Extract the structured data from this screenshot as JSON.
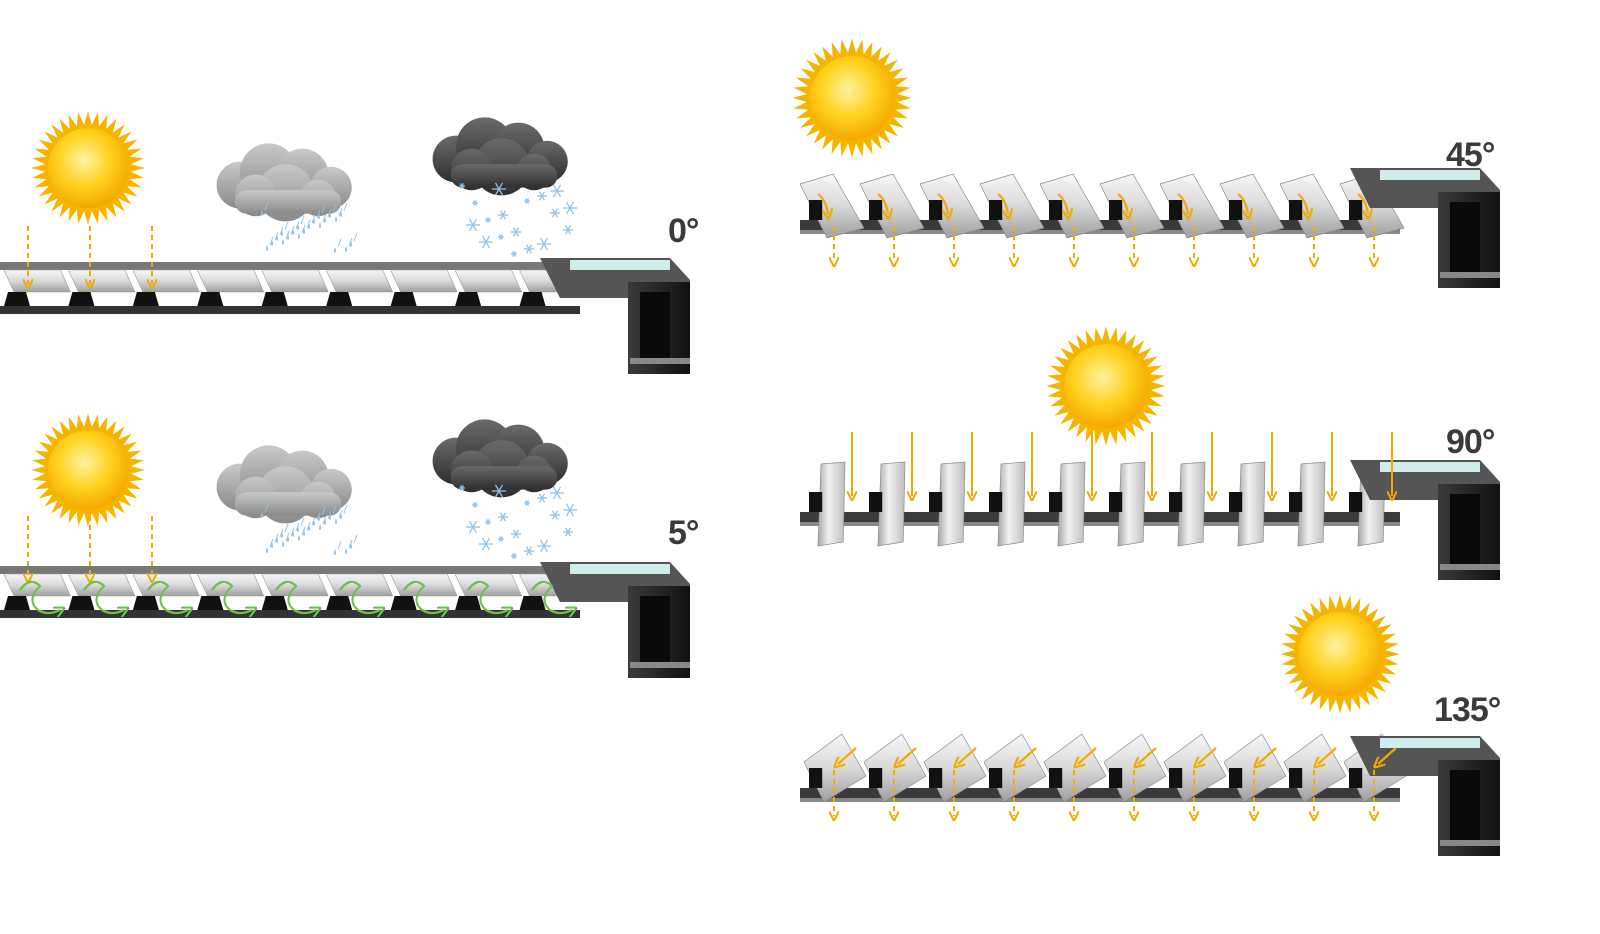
{
  "panels": [
    {
      "id": "panel-0",
      "label": "0°",
      "mode": "closed-weather",
      "sun_arrows": "down-blocked",
      "weather": [
        "rain-cloud",
        "snow-cloud"
      ]
    },
    {
      "id": "panel-5",
      "label": "5°",
      "mode": "ventilation",
      "sun_arrows": "down-blocked",
      "airflow": true,
      "weather": [
        "rain-cloud",
        "snow-cloud"
      ]
    },
    {
      "id": "panel-45",
      "label": "45°",
      "mode": "partial-open",
      "sun_arrows": "through"
    },
    {
      "id": "panel-90",
      "label": "90°",
      "mode": "fully-open",
      "sun_arrows": "through"
    },
    {
      "id": "panel-135",
      "label": "135°",
      "mode": "reverse-tilt",
      "sun_arrows": "deflected"
    }
  ],
  "colors": {
    "sun_core": "#FFD21E",
    "sun_ray": "#F5B400",
    "arrow_sun": "#F2A900",
    "arrow_air": "#6BC24A",
    "label": "#3a3a3a",
    "slat_light": "#E8E8E8",
    "slat_dark": "#8C8C8C",
    "frame": "#222222",
    "rain_cloud": "#9B9B9B",
    "snow_cloud": "#4A4A4A",
    "snow": "#8FC3E8"
  },
  "icons": [
    "sun-icon",
    "rain-cloud-icon",
    "snow-cloud-icon",
    "arrow-icon"
  ]
}
